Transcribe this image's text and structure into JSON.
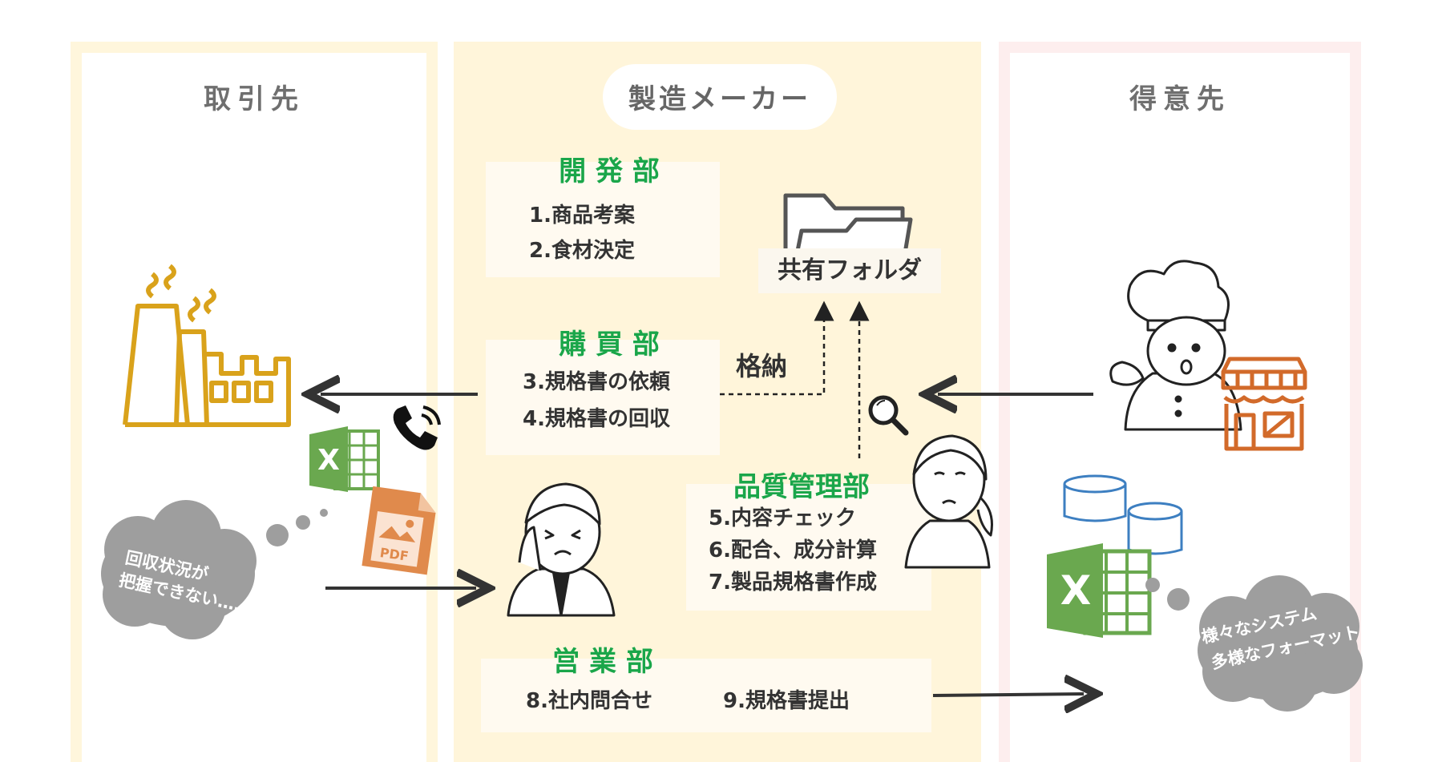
{
  "columns": {
    "left_title": "取引先",
    "center_title": "製造メーカー",
    "right_title": "得意先"
  },
  "departments": {
    "development": {
      "title": "開 発 部",
      "items": [
        "1.商品考案",
        "2.食材決定"
      ]
    },
    "purchasing": {
      "title": "購 買 部",
      "items": [
        "3.規格書の依頼",
        "4.規格書の回収"
      ]
    },
    "quality": {
      "title": "品質管理部",
      "items": [
        "5.内容チェック",
        "6.配合、成分計算",
        "7.製品規格書作成"
      ]
    },
    "sales": {
      "title": "営 業 部",
      "items": [
        "8.社内問合せ",
        "9.規格書提出"
      ]
    }
  },
  "shared_folder": {
    "label": "共有フォルダ"
  },
  "store_label": "格納",
  "thought_left": {
    "line1": "回収状況が",
    "line2": "把握できない‥‥"
  },
  "thought_right": {
    "line1": "様々なシステム",
    "line2": "多様なフォーマット"
  },
  "icons": {
    "pdf_label": "PDF",
    "excel_letter": "X"
  },
  "colors": {
    "dept_green": "#1aa64a",
    "left_column": "#fff6dc",
    "center_column": "#fff5da",
    "right_column": "#fdeeee",
    "factory": "#d9a21b",
    "shop": "#d26a2a",
    "excel": "#6aa84f",
    "pdf": "#e08a4c",
    "cloud": "#9e9e9e",
    "database": "#3d7fc1"
  }
}
